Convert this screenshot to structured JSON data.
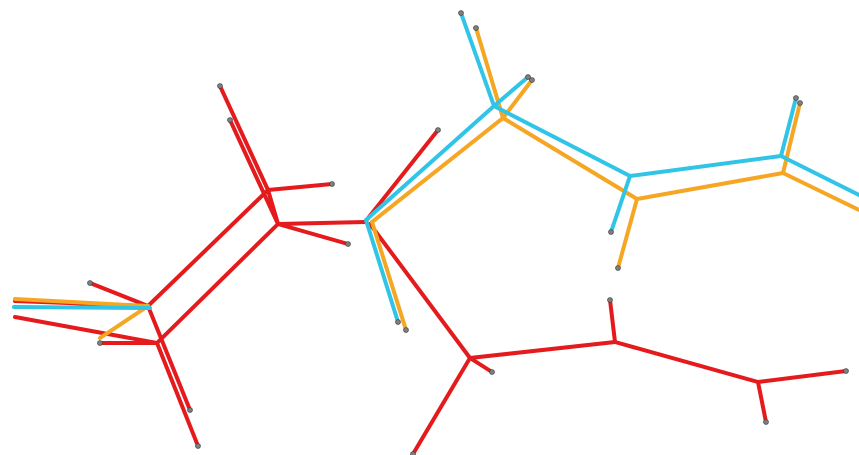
{
  "viewer": {
    "background": "#ffffff",
    "colors": {
      "conformer_1": "#e41a1c",
      "conformer_2": "#f5a623",
      "conformer_3": "#30c4e6",
      "atom": "#7f7f7f"
    },
    "structures": [
      {
        "id": "conformer-red-a",
        "color_key": "conformer_1"
      },
      {
        "id": "conformer-red-b",
        "color_key": "conformer_1"
      },
      {
        "id": "conformer-orange",
        "color_key": "conformer_2"
      },
      {
        "id": "conformer-cyan",
        "color_key": "conformer_3"
      }
    ]
  }
}
